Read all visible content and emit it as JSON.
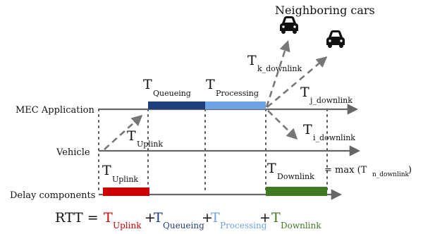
{
  "title": "Neighboring cars",
  "lanes": {
    "mec": "MEC Application",
    "vehicle": "Vehicle",
    "delay": "Delay components"
  },
  "labels": {
    "t": "T",
    "queueing": "Queueing",
    "processing": "Processing",
    "uplink": "Uplink",
    "downlink": "Downlink",
    "k_downlink": "k_downlink",
    "j_downlink": "j_downlink",
    "i_downlink": "i_downlink",
    "downlink_eq": "= max (T",
    "n_downlink": "n_downlink",
    "close_paren": ")"
  },
  "equation": {
    "lhs": "RTT =",
    "plus": "+",
    "t": "T",
    "uplink": "Uplink",
    "queueing": "Queueing",
    "processing": "Processing",
    "downlink": "Downlink"
  },
  "colors": {
    "uplink": "#cc0000",
    "queueing": "#1f3f7a",
    "processing": "#6ea3e6",
    "downlink": "#3f7a22",
    "line": "#666666"
  },
  "icons": [
    "car-icon",
    "car-icon"
  ]
}
